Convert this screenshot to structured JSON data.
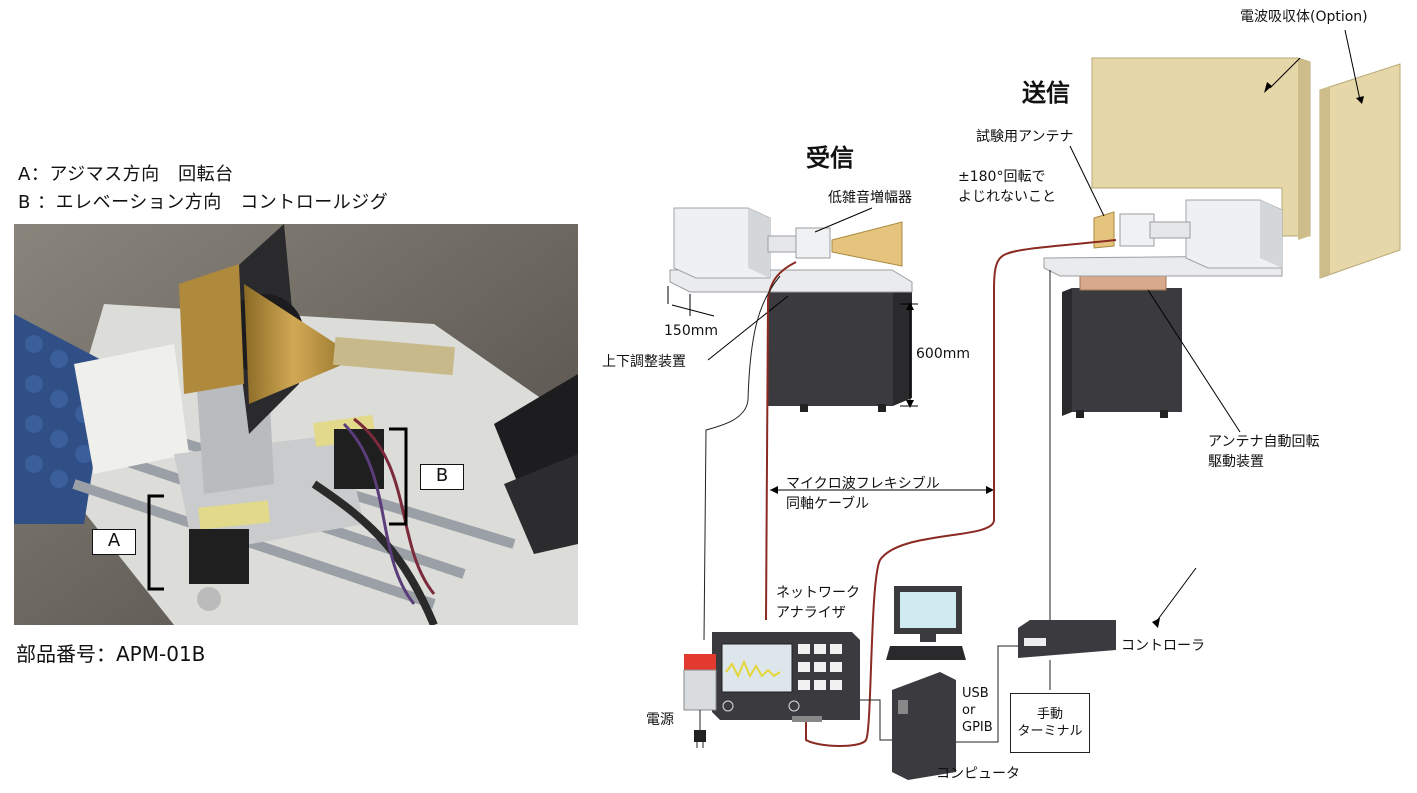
{
  "legend": {
    "line_a": "A：アジマス方向　回転台",
    "line_b": "B ：エレベーション方向　コントロールジグ"
  },
  "photo": {
    "label_a": "A",
    "label_b": "B"
  },
  "part_number": "部品番号：APM-01B",
  "diagram": {
    "receive": "受信",
    "transmit": "送信",
    "absorber": "電波吸収体(Option)",
    "test_antenna": "試験用アンテナ",
    "rotation_note_1": "±180°回転で",
    "rotation_note_2": "よじれないこと",
    "lna": "低雑音増幅器",
    "dim_150": "150mm",
    "dim_600": "600mm",
    "vertical_adjuster": "上下調整装置",
    "cable_1": "マイクロ波フレキシブル",
    "cable_2": "同軸ケーブル",
    "auto_rotator_1": "アンテナ自動回転",
    "auto_rotator_2": "駆動装置",
    "network_analyzer_1": "ネットワーク",
    "network_analyzer_2": "アナライザ",
    "controller": "コントローラ",
    "power_supply": "電源",
    "usb_1": "USB",
    "usb_2": "or",
    "usb_3": "GPIB",
    "manual_terminal_1": "手動",
    "manual_terminal_2": "ターミナル",
    "computer": "コンピュータ"
  },
  "colors": {
    "cable_red": "#8b2a22",
    "stand_dark": "#3b3b3f",
    "horn_gold": "#c9a14a",
    "absorber_tan": "#e6d7a9",
    "foam_blue": "#2f4f86"
  }
}
